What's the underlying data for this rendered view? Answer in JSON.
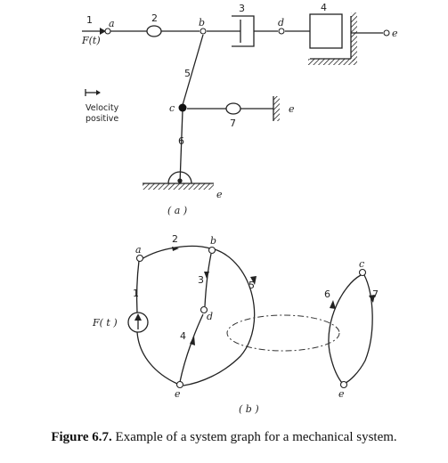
{
  "part_a": {
    "label": "( a )",
    "nodes": {
      "a": "a",
      "b": "b",
      "c": "c",
      "d": "d",
      "e": "e"
    },
    "elements": {
      "e1": "1",
      "e2": "2",
      "e3": "3",
      "e4": "4",
      "e5": "5",
      "e6": "6",
      "e7": "7"
    },
    "force": "F(t)",
    "velocity_label_1": "Velocity",
    "velocity_label_2": "positive"
  },
  "part_b": {
    "label": "( b )",
    "nodes": {
      "a": "a",
      "b": "b",
      "c": "c",
      "d": "d",
      "e": "e",
      "e_right": "e"
    },
    "edges": {
      "e1": "1",
      "e2": "2",
      "e3": "3",
      "e4": "4",
      "e5": "5",
      "e6": "6",
      "e7": "7"
    },
    "source": "F( t )"
  },
  "caption": {
    "prefix": "Figure 6.7.",
    "text": "Example of a system graph for a mechanical system."
  }
}
